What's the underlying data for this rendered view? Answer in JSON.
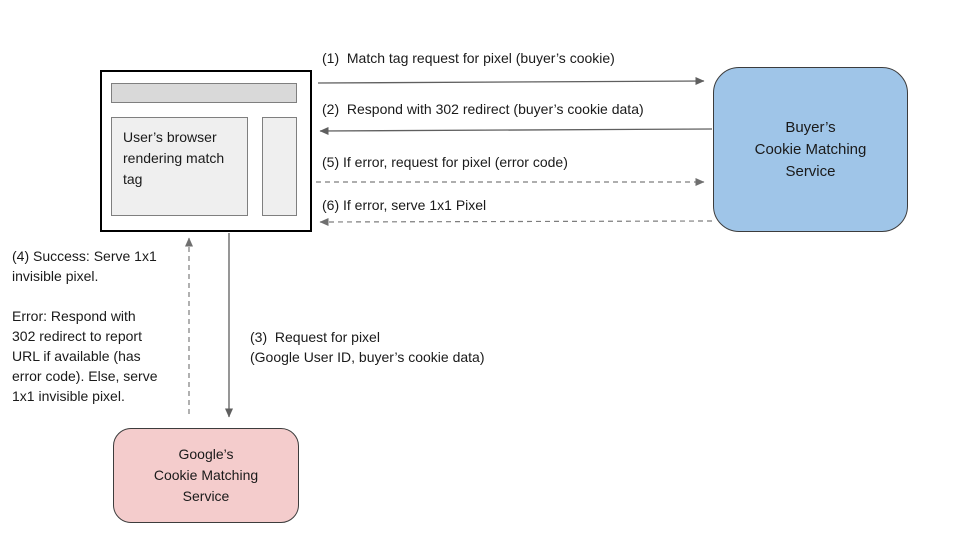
{
  "diagram": {
    "title_implied": "Cookie matching pixel flow",
    "browser_window": {
      "label": "User’s browser\nrendering match\ntag"
    },
    "nodes": {
      "buyer_service": {
        "label": "Buyer’s\nCookie Matching\nService"
      },
      "google_service": {
        "label": "Google’s\nCookie Matching\nService"
      }
    },
    "messages": {
      "m1": "(1)  Match tag request for pixel (buyer’s cookie)",
      "m2": "(2)  Respond with 302 redirect (buyer’s cookie data)",
      "m5": "(5) If error, request for pixel (error code)",
      "m6": "(6) If error, serve 1x1 Pixel",
      "m3": "(3)  Request for pixel\n(Google User ID, buyer’s cookie data)",
      "m4": "(4) Success: Serve 1x1\ninvisible pixel.\n\nError: Respond with\n302 redirect to report\nURL if available (has\nerror code). Else, serve\n1x1 invisible pixel."
    },
    "colors": {
      "buyer_service_fill": "#9fc5e8",
      "google_service_fill": "#f4cccc",
      "browser_header_fill": "#d9d9d9",
      "panel_fill": "#efefef",
      "solid_arrow": "#5f5f5f",
      "dashed_arrow": "#7d7d7d"
    }
  }
}
